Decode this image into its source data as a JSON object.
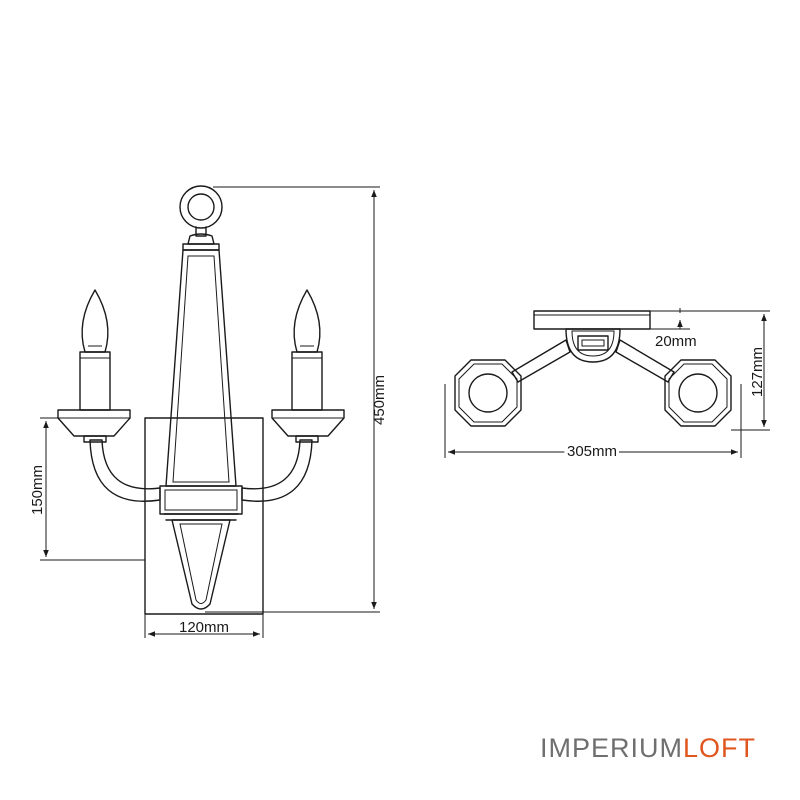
{
  "dimensions": {
    "overall_height": "450mm",
    "arm_height": "150mm",
    "backplate_width": "120mm",
    "backplate_depth": "20mm",
    "projection": "127mm",
    "overall_width": "305mm"
  },
  "brand": {
    "part1": "IMPERIUM",
    "part2": "LOFT",
    "part2_color": "#e0561f",
    "part1_color": "#6f6f6f"
  }
}
